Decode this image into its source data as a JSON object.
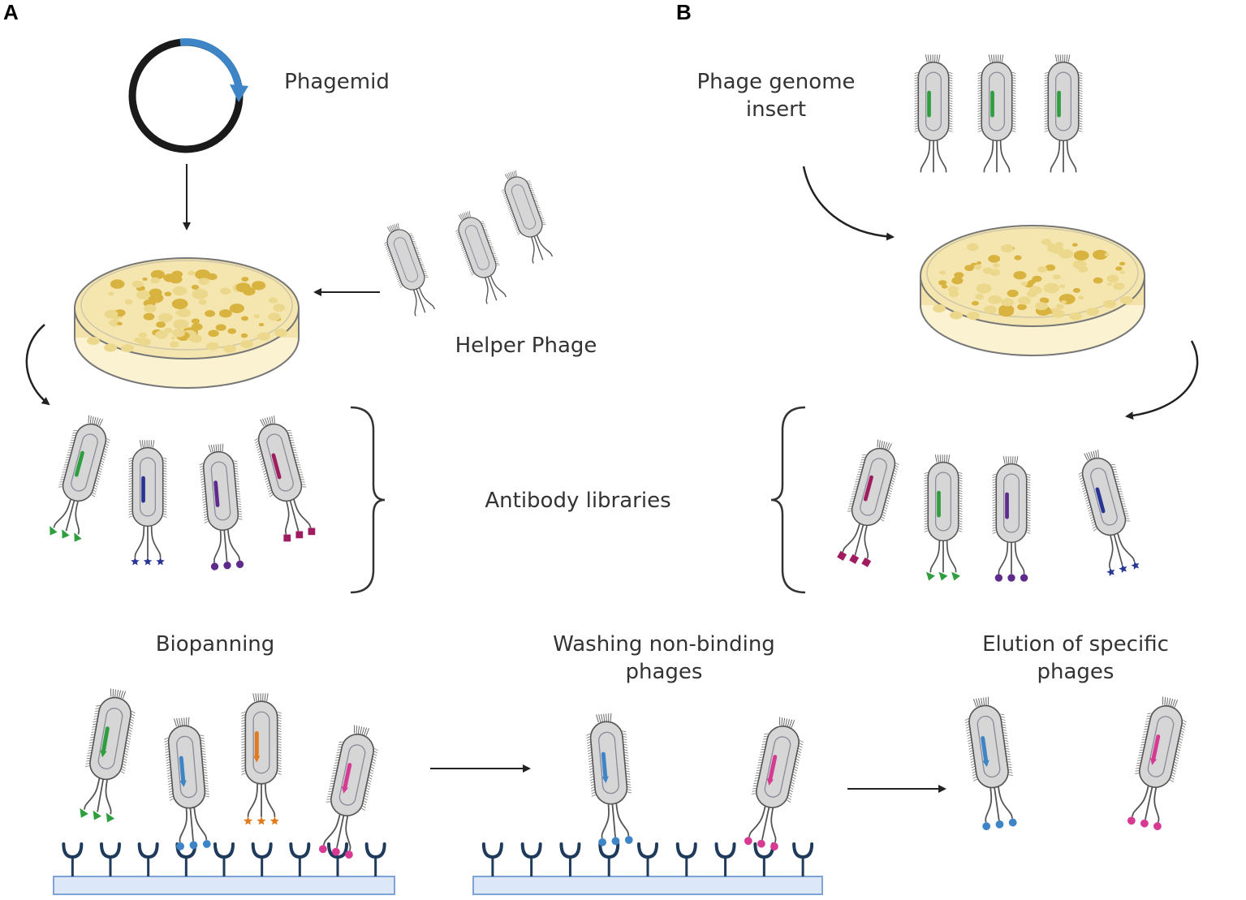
{
  "panels": {
    "a": "A",
    "b": "B"
  },
  "labels": {
    "phagemid": "Phagemid",
    "helper_phage": "Helper Phage",
    "phage_genome_insert": "Phage genome\ninsert",
    "antibody_libraries": "Antibody libraries",
    "biopanning": "Biopanning",
    "washing": "Washing non-binding\nphages",
    "elution": "Elution of specific\nphages"
  },
  "colors": {
    "phage_body": "#d6d6d6",
    "outline": "#555555",
    "plasmid_ring": "#1a1a1a",
    "plasmid_arrow": "#3d85c6",
    "dish_agar": "#f5e6b0",
    "colony_dark": "#d9b340",
    "colony_light": "#ecd88c",
    "receptor": "#1f3b5c",
    "surface": "#dce8f7",
    "green": "#2e9e3e",
    "navy": "#283593",
    "purple": "#5e2a8c",
    "magenta": "#a01c60",
    "blue": "#3d85c6",
    "orange": "#e07b20",
    "pink": "#d63a92"
  }
}
